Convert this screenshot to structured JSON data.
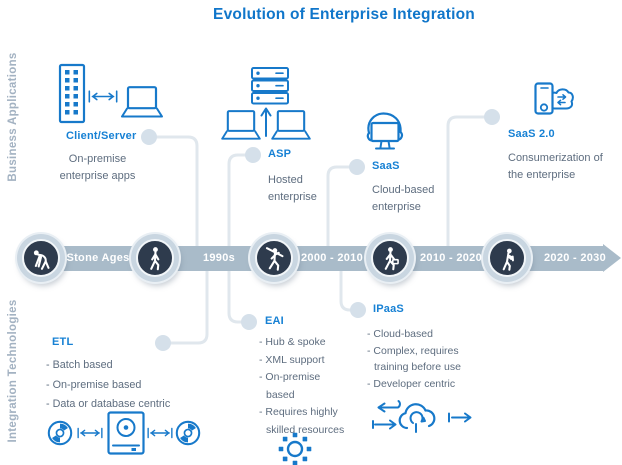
{
  "title": "Evolution of Enterprise Integration",
  "side_labels": {
    "business": "Business Applications",
    "integration": "Integration Technologies"
  },
  "timeline": {
    "eras": [
      "Stone Ages",
      "1990s",
      "2000 - 2010",
      "2010 - 2020",
      "2020 - 2030"
    ],
    "stages": [
      "ape",
      "early-human",
      "hunter-with-spear",
      "man-with-briefcase",
      "man-with-phone"
    ]
  },
  "business_applications": [
    {
      "label": "Client/Server",
      "description": "On-premise enterprise apps",
      "icon": "server-and-laptop-icon"
    },
    {
      "label": "ASP",
      "description": "Hosted enterprise",
      "icon": "server-with-two-laptops-icon"
    },
    {
      "label": "SaaS",
      "description": "Cloud-based enterprise",
      "icon": "cloud-monitor-icon"
    },
    {
      "label": "SaaS 2.0",
      "description": "Consumerization of the enterprise",
      "icon": "mobile-cloud-sync-icon"
    }
  ],
  "integration_technologies": [
    {
      "label": "ETL",
      "bullets": [
        "- Batch based",
        "- On-premise based",
        "- Data or database centric"
      ],
      "icon": "database-transfer-icon"
    },
    {
      "label": "EAI",
      "bullets": [
        "- Hub & spoke",
        "- XML support",
        "- On-premise based",
        "- Requires highly skilled resources"
      ],
      "icon": "hub-and-spoke-icon"
    },
    {
      "label": "IPaaS",
      "bullets": [
        "- Cloud-based",
        "- Complex, requires training before use",
        "- Developer centric"
      ],
      "icon": "cloud-data-flow-icon"
    }
  ],
  "colors": {
    "title_blue": "#1076ca",
    "label_blue": "#1781d4",
    "icon_blue": "#1779ca",
    "body_text": "#5e6d7f",
    "side_label": "#a3b2c2",
    "timeline_band": "#a9bbc9",
    "node_ring": "#c9d6e1",
    "node_fill": "#2e3b4d",
    "connector": "#e0e7ed",
    "dot": "#d5e0ea"
  }
}
